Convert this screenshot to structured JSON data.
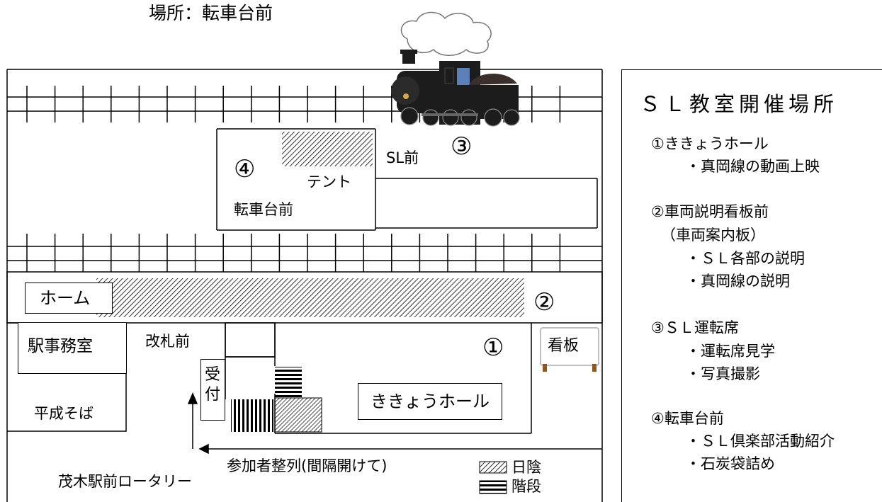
{
  "location_caption": "場所：転車台前",
  "map": {
    "labels": {
      "tent": "テント",
      "sl_front": "SL前",
      "turntable_front": "転車台前",
      "home": "ホーム",
      "station_office": "駅事務室",
      "ticket_gate_front": "改札前",
      "reception": "受付",
      "soba": "平成そば",
      "kikyo_hall": "ききょうホール",
      "signboard": "看板",
      "rotary": "茂木駅前ロータリー",
      "queue": "参加者整列(間隔開けて)"
    },
    "numbers": {
      "n1": "①",
      "n2": "②",
      "n3": "③",
      "n4": "④"
    },
    "legend": {
      "shade": "日陰",
      "stairs": "階段"
    }
  },
  "sidebar": {
    "title": "ＳＬ教室開催場所",
    "items": [
      {
        "heading": "①ききょうホール",
        "lines": [
          "・真岡線の動画上映"
        ]
      },
      {
        "heading": "②車両説明看板前",
        "sub": "（車両案内板）",
        "lines": [
          "・ＳＬ各部の説明",
          "・真岡線の説明"
        ]
      },
      {
        "heading": "③ＳＬ運転席",
        "lines": [
          "・運転席見学",
          "・写真撮影"
        ]
      },
      {
        "heading": "④転車台前",
        "lines": [
          "・ＳＬ倶楽部活動紹介",
          "・石炭袋詰め"
        ]
      }
    ]
  },
  "colors": {
    "line": "#000000",
    "locomotive": "#1c1c1c",
    "locomotive_accent": "#5b7fb8",
    "smoke": "#ffffff"
  }
}
